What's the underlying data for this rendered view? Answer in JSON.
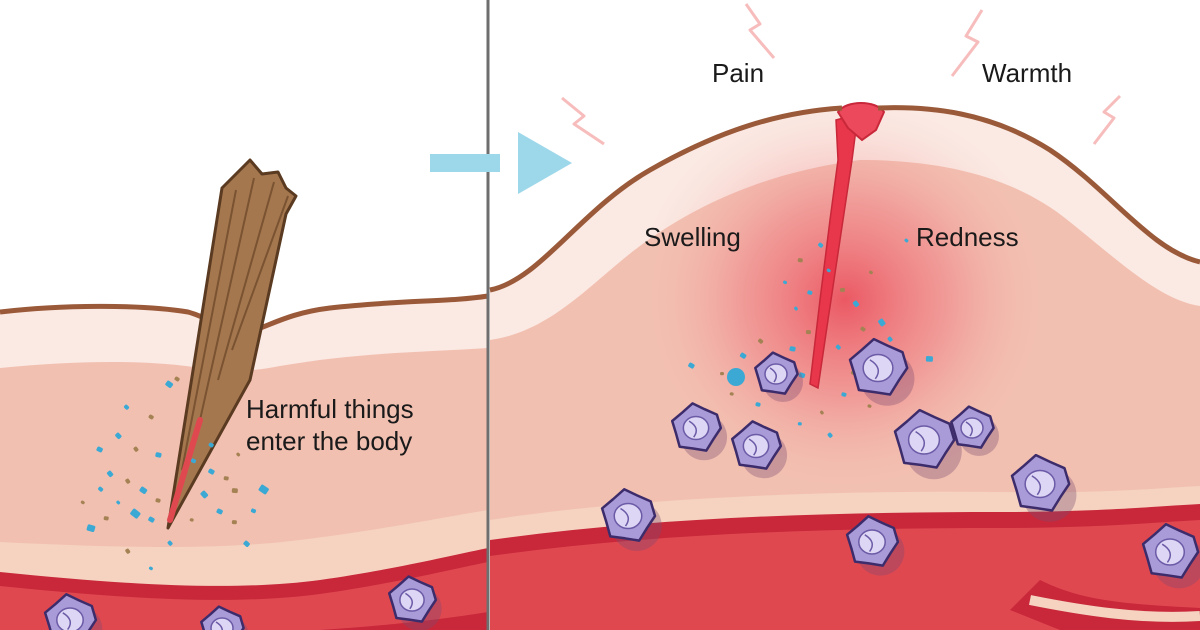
{
  "labels": {
    "harmful_line1": "Harmful things",
    "harmful_line2": "enter the body",
    "pain": "Pain",
    "warmth": "Warmth",
    "swelling": "Swelling",
    "redness": "Redness"
  },
  "colors": {
    "skin_outline": "#9a5a3a",
    "skin_top": "#fbe9e3",
    "skin_mid": "#f3c6b8",
    "dermis": "#f0b9a9",
    "fat_layer": "#f5d3c0",
    "vessel_dark": "#c8283a",
    "vessel_light": "#e04850",
    "inflammation": "#e8364a",
    "arrow": "#9dd7ea",
    "divider": "#6e6e6e",
    "cell_fill": "#a99ad8",
    "cell_outline": "#3d2c6b",
    "debris_blue": "#3ba9d4",
    "debris_brown": "#a48254",
    "splinter": "#a5774e",
    "pain_marks": "#f7bcbc"
  },
  "icons": {
    "splinter": "splinter-icon",
    "arrow": "arrow-right-icon",
    "cell": "immune-cell-icon",
    "pain_mark": "zigzag-pain-icon"
  }
}
